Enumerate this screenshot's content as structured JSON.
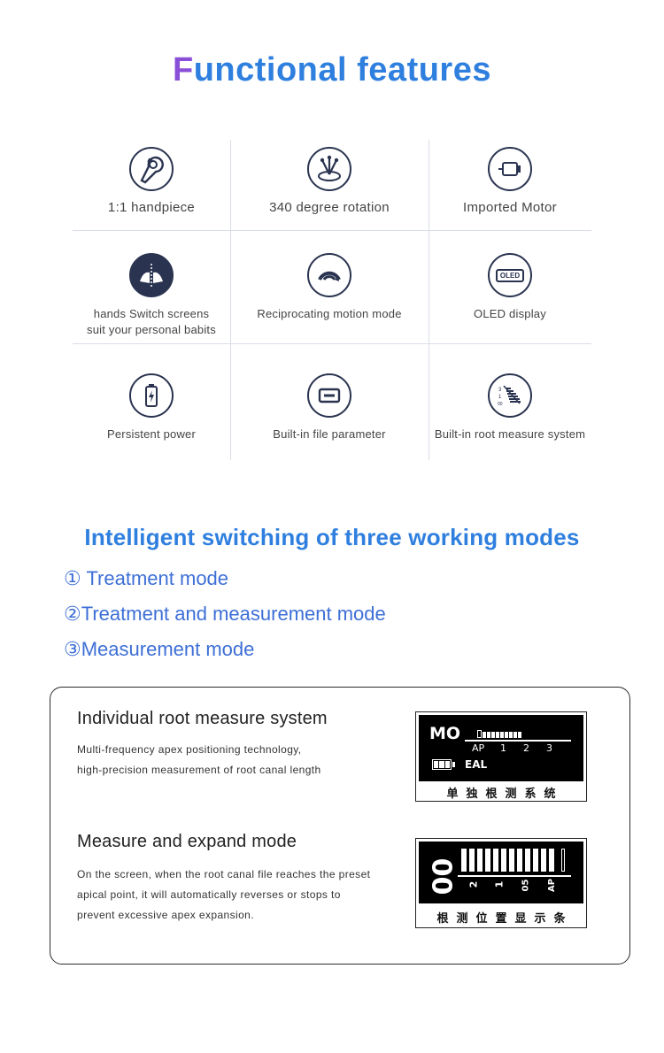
{
  "header": {
    "title_first": "F",
    "title_rest": "unctional features"
  },
  "features": [
    {
      "icon": "handpiece-icon",
      "label": "1:1 handpiece"
    },
    {
      "icon": "rotation-icon",
      "label": "340 degree rotation"
    },
    {
      "icon": "motor-icon",
      "label": "Imported Motor"
    },
    {
      "icon": "hands-switch-icon",
      "label_line1": "hands Switch screens",
      "label_line2": "suit your personal babits"
    },
    {
      "icon": "reciprocating-icon",
      "label": "Reciprocating motion mode"
    },
    {
      "icon": "oled-icon",
      "label": "OLED display",
      "icon_text": "OLED"
    },
    {
      "icon": "battery-icon",
      "label": "Persistent power"
    },
    {
      "icon": "file-parameter-icon",
      "label": "Built-in file parameter"
    },
    {
      "icon": "root-measure-icon",
      "label": "Built-in root measure system"
    }
  ],
  "modes": {
    "title": "Intelligent switching of three working modes",
    "items": [
      "① Treatment mode",
      "②Treatment and measurement mode",
      "③Measurement mode"
    ]
  },
  "sections": [
    {
      "title": "Individual root measure system",
      "lines": [
        "Multi-frequency apex positioning technology,",
        "high-precision measurement of root canal length"
      ],
      "screen": {
        "mode": "MO",
        "ticks": [
          "AP",
          "1",
          "2",
          "3"
        ],
        "status": "EAL",
        "caption": "单独根测系统"
      }
    },
    {
      "title": "Measure and expand mode",
      "lines": [
        "On the screen, when the root canal file reaches the preset",
        "apical point, it will automatically reverses or stops to",
        "prevent excessive apex expansion."
      ],
      "screen": {
        "value": "00",
        "ticks": [
          "2",
          "1",
          "05",
          "AP"
        ],
        "caption": "根测位置显示条"
      }
    }
  ],
  "colors": {
    "purple": "#8a4fd8",
    "blue": "#2f7fdf",
    "mode_blue": "#3d6fd6",
    "icon_navy": "#2a3450"
  }
}
